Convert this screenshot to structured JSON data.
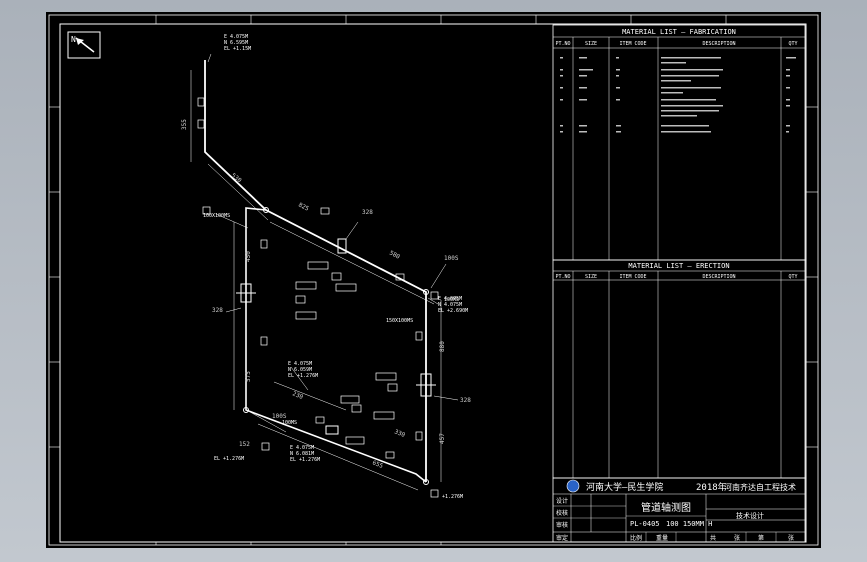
{
  "north_label": "N",
  "fabrication": {
    "title": "MATERIAL LIST — FABRICATION",
    "headers": [
      "PT.NO",
      "SIZE",
      "ITEM CODE",
      "DESCRIPTION",
      "QTY"
    ]
  },
  "erection": {
    "title": "MATERIAL LIST — ERECTION",
    "headers": [
      "PT.NO",
      "SIZE",
      "ITEM CODE",
      "DESCRIPTION",
      "QTY"
    ]
  },
  "elevations": {
    "top": [
      "E 4.075M",
      "N 6.595M",
      "EL +1.15M"
    ],
    "right": [
      "E 4.075M",
      "N 4.075M",
      "EL +2.690M"
    ],
    "mid": [
      "E 4.075M",
      "N 6.059M",
      "EL +1.276M"
    ],
    "low": [
      "E 4.075M",
      "N 6.081M",
      "EL +1.276M"
    ],
    "left_bottom": "EL +1.276M",
    "right_bottom": "+1.276M"
  },
  "dimensions": {
    "d355": "355",
    "d530": "530",
    "d825": "825",
    "d580": "580",
    "d328": "328",
    "d100s": "100S",
    "d450": "450",
    "d880": "880",
    "d328b": "328",
    "d457": "457",
    "d575": "575",
    "d655": "655",
    "d230": "230",
    "d330": "330",
    "d152": "152",
    "d328c": "328",
    "d100sb": "100S"
  },
  "tags": {
    "t1": "100X100MS",
    "t2": "150X100MS",
    "t3": "100MS",
    "t4": "100MS"
  },
  "title_block": {
    "school": "河南大学—民生学院",
    "year": "2018年",
    "institute": "河南齐达自工程技术",
    "drawing_name": "管道轴测图",
    "drawing_no": "PL-0405",
    "size_info": "100  150MM  H",
    "stage": "技术设计",
    "row_labels": [
      "设计",
      "校核",
      "审核",
      "审定"
    ],
    "footer": [
      "比例",
      "重量",
      "共",
      "张",
      "第",
      "张"
    ]
  }
}
